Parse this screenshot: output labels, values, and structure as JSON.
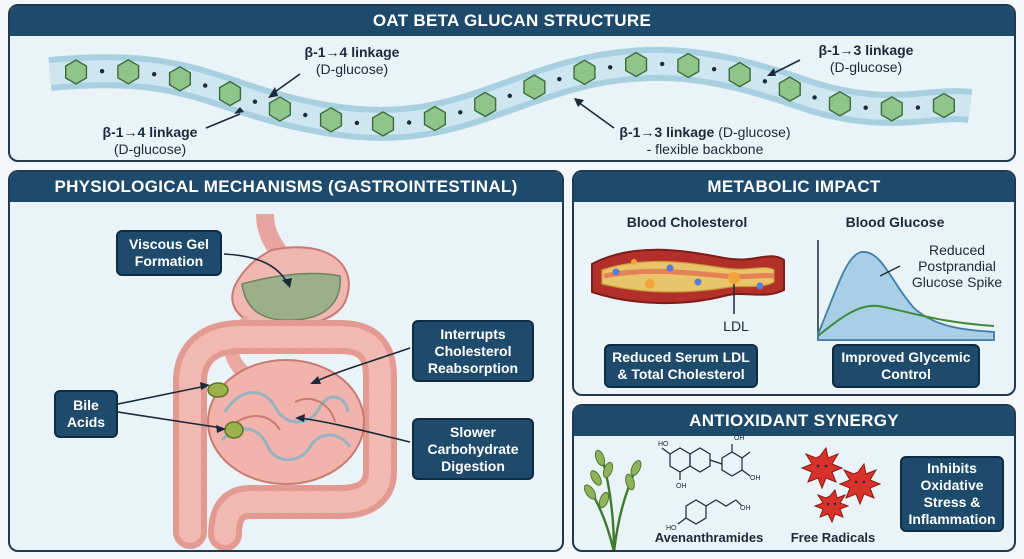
{
  "structure": {
    "title": "OAT BETA GLUCAN STRUCTURE",
    "labels": {
      "b14_upper": {
        "title": "β-1→4 linkage",
        "sub": "(D-glucose)"
      },
      "b14_lower": {
        "title": "β-1→4 linkage",
        "sub": "(D-glucose)"
      },
      "b13_upper": {
        "title": "β-1→3 linkage",
        "sub": "(D-glucose)"
      },
      "b13_lower": {
        "title": "β-1→3 linkage",
        "title_suffix": "(D-glucose)",
        "sub": "- flexible backbone"
      }
    }
  },
  "mechanisms": {
    "title": "PHYSIOLOGICAL MECHANISMS (GASTROINTESTINAL)",
    "viscous_gel": "Viscous Gel\nFormation",
    "bile_acids": "Bile\nAcids",
    "interrupts": "Interrupts\nCholesterol\nReabsorption",
    "slower_carb": "Slower\nCarbohydrate\nDigestion"
  },
  "metabolic": {
    "title": "METABOLIC IMPACT",
    "blood_cholesterol": "Blood Cholesterol",
    "blood_glucose": "Blood Glucose",
    "ldl": "LDL",
    "reduced_spike": "Reduced\nPostprandial\nGlucose Spike",
    "reduced_ldl_box": "Reduced Serum LDL\n& Total Cholesterol",
    "glycemic_box": "Improved Glycemic\nControl"
  },
  "antioxidant": {
    "title": "ANTIOXIDANT SYNERGY",
    "avenanthramides": "Avenanthramides",
    "free_radicals": "Free Radicals",
    "inhibits_box": "Inhibits\nOxidative\nStress &\nInflammation"
  },
  "colors": {
    "banner": "#1e4a6b",
    "panel_bg": "#e9f3f8",
    "hexagon": "#8fc58a",
    "ribbon": "#b9dbe9",
    "vessel": "#b3302a",
    "radical": "#d8322a"
  }
}
